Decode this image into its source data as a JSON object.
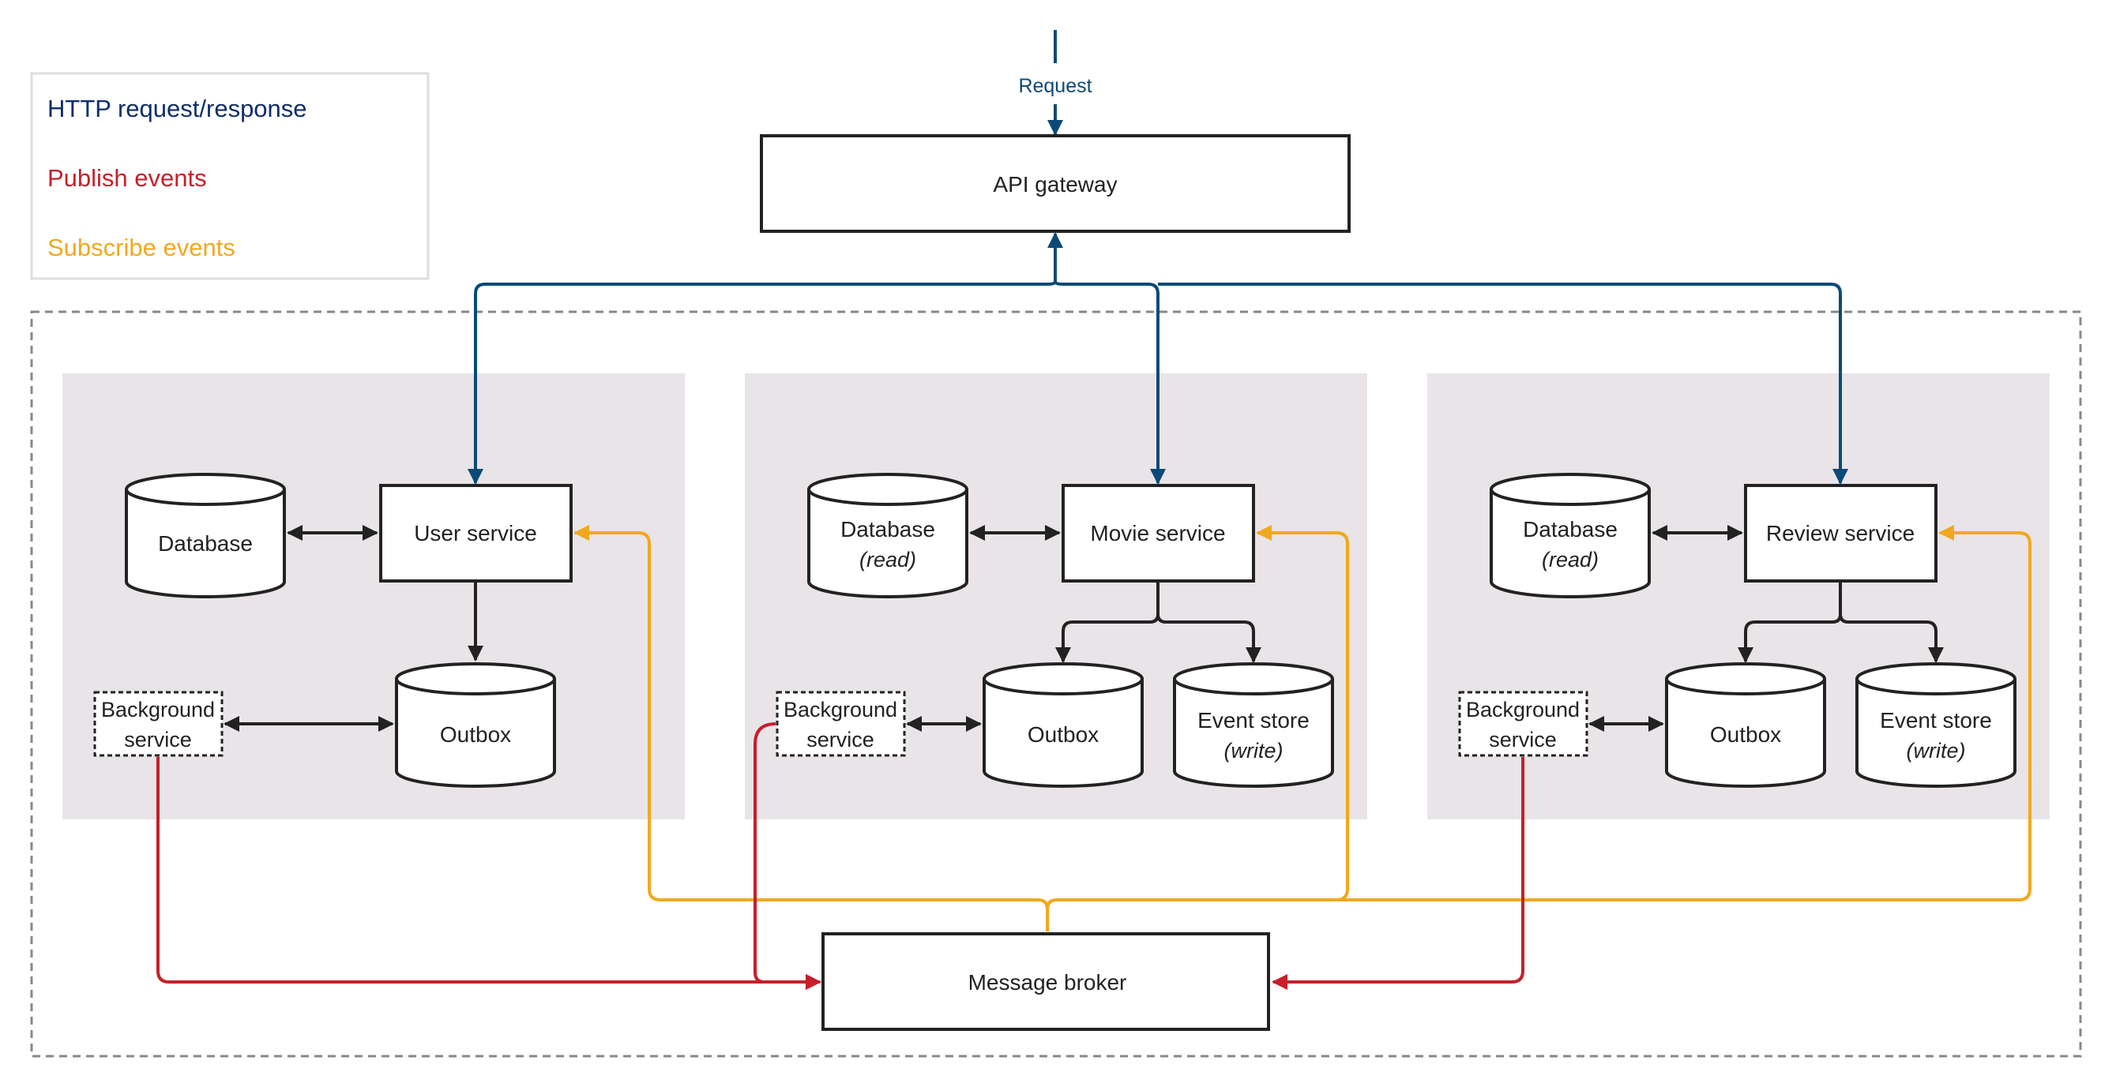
{
  "legend": {
    "http": "HTTP request/response",
    "publish": "Publish events",
    "subscribe": "Subscribe events"
  },
  "request_label": "Request",
  "gateway": "API gateway",
  "broker": "Message broker",
  "user": {
    "database": "Database",
    "service": "User service",
    "outbox": "Outbox",
    "background_line1": "Background",
    "background_line2": "service"
  },
  "movie": {
    "database": "Database",
    "database_sub": "(read)",
    "service": "Movie service",
    "outbox": "Outbox",
    "event_store": "Event store",
    "event_store_sub": "(write)",
    "background_line1": "Background",
    "background_line2": "service"
  },
  "review": {
    "database": "Database",
    "database_sub": "(read)",
    "service": "Review service",
    "outbox": "Outbox",
    "event_store": "Event store",
    "event_store_sub": "(write)",
    "background_line1": "Background",
    "background_line2": "service"
  },
  "colors": {
    "http": "#0b4a77",
    "publish": "#c61f2a",
    "subscribe": "#f2a81d",
    "legend_http_text": "#0e2d6e",
    "panel": "#e8e4e8",
    "stroke": "#222222"
  }
}
